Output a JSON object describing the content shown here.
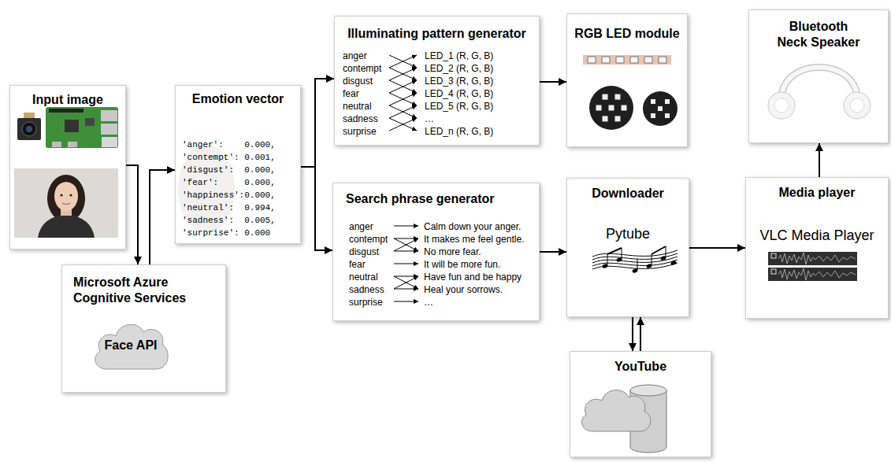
{
  "diagram": {
    "nodes": [
      {
        "text": [
          "Input image"
        ]
      },
      {
        "text": [
          "Emotion vector",
          "'anger':    0.000,",
          "'contempt': 0.001,",
          "'disgust':  0.000,",
          "'fear':     0.000,",
          "'happiness':0.000,",
          "'neutral':  0.994,",
          "'sadness':  0.005,",
          "'surprise': 0.000"
        ]
      },
      {
        "text": [
          "Microsoft Azure Cognitive Services"
        ]
      },
      {
        "text": [
          "Face API"
        ],
        "in": 2
      },
      {
        "text": [
          "Illuminating pattern generator",
          "anger",
          "contempt",
          "disgust",
          "fear",
          "neutral",
          "sadness",
          "surprise",
          "LED_1 (R, G, B)",
          "LED_2 (R, G, B)",
          "LED_3 (R, G, B)",
          "LED_4 (R, G, B)",
          "LED_5 (R, G, B)",
          "…",
          "LED_n (R, G, B)"
        ]
      },
      {
        "text": [
          "Search phrase generator",
          "anger",
          "contempt",
          "disgust",
          "fear",
          "neutral",
          "sadness",
          "surprise",
          "Calm down your anger.",
          "It makes me feel gentle.",
          "No more fear.",
          "It will be more fun.",
          "Have fun and be happy",
          "Heal your sorrows.",
          "…"
        ]
      },
      {
        "text": [
          "RGB LED module"
        ]
      },
      {
        "text": [
          "Downloader",
          "Pytube"
        ]
      },
      {
        "text": [
          "YouTube"
        ]
      },
      {
        "text": [
          "Bluetooth Neck Speaker"
        ]
      },
      {
        "text": [
          "Media player",
          "VLC Media Player"
        ]
      }
    ],
    "edges": [
      {
        "from": 0,
        "to": 2,
        "arrow": "to"
      },
      {
        "from": 2,
        "to": 1,
        "arrow": "to"
      },
      {
        "from": 1,
        "to": 4,
        "arrow": "to"
      },
      {
        "from": 1,
        "to": 5,
        "arrow": "to"
      },
      {
        "from": 4,
        "to": 6,
        "arrow": "to"
      },
      {
        "from": 5,
        "to": 7,
        "arrow": "to"
      },
      {
        "from": 7,
        "to": 8,
        "arrow": "to"
      },
      {
        "from": 8,
        "to": 7,
        "arrow": "to"
      },
      {
        "from": 7,
        "to": 10,
        "arrow": "to"
      },
      {
        "from": 10,
        "to": 9,
        "arrow": "to"
      }
    ]
  }
}
